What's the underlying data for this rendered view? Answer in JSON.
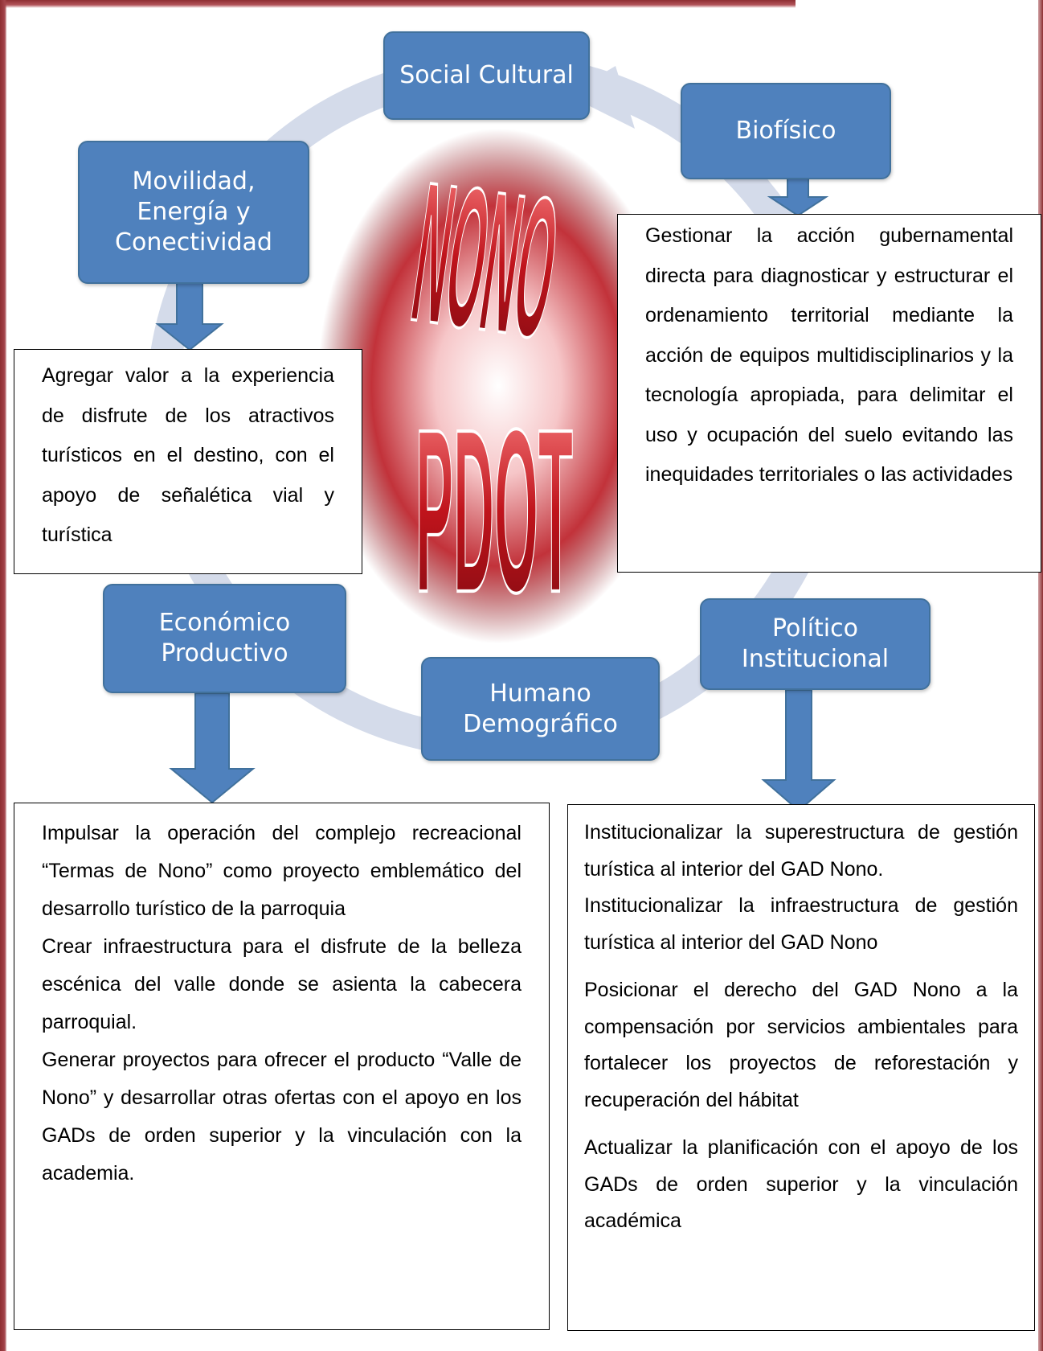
{
  "cycle_nodes": {
    "social_cultural": "Social Cultural",
    "biofisico": "Biofísico",
    "movilidad": "Movilidad, Energía y Conectividad",
    "economico": "Económico Productivo",
    "humano": "Humano Demográfico",
    "politico": "Político Institucional"
  },
  "logo": {
    "top_word": "NONO",
    "bottom_word": "PDOT"
  },
  "boxes": {
    "biofisico_text": "Gestionar la acción gubernamental directa para diagnosticar y estructurar el ordenamiento territorial mediante la acción de equipos multidisciplinarios y la tecnología apropiada, para delimitar el uso y ocupación del suelo evitando las inequidades territoriales o las actividades",
    "movilidad_text": "Agregar valor a la experiencia de disfrute de los atractivos turísticos en el destino, con el apoyo de señalética vial y turística",
    "economico_paragraphs": [
      "Impulsar la operación del complejo recreacional “Termas de Nono” como proyecto emblemático del desarrollo turístico de la parroquia",
      "Crear infraestructura para el disfrute de la belleza escénica del valle donde se asienta la cabecera parroquial.",
      "Generar proyectos para ofrecer el producto “Valle de Nono” y desarrollar otras ofertas con el apoyo en los GADs de orden superior y la vinculación con la academia."
    ],
    "politico_paragraphs": [
      "Institucionalizar la superestructura de gestión turística al interior del GAD Nono.",
      "Institucionalizar la infraestructura de gestión turística al interior del GAD Nono",
      "Posicionar el derecho del GAD Nono a la compensación por servicios ambientales para fortalecer los proyectos de reforestación y recuperación del hábitat",
      "Actualizar la planificación con el apoyo de los GADs de orden superior y la vinculación académica"
    ]
  },
  "colors": {
    "node_fill": "#4f81bd",
    "node_border": "#41719c",
    "cycle_ring": "#d4dbea",
    "logo_red": "#c0141c",
    "frame": "#8e2f33"
  }
}
